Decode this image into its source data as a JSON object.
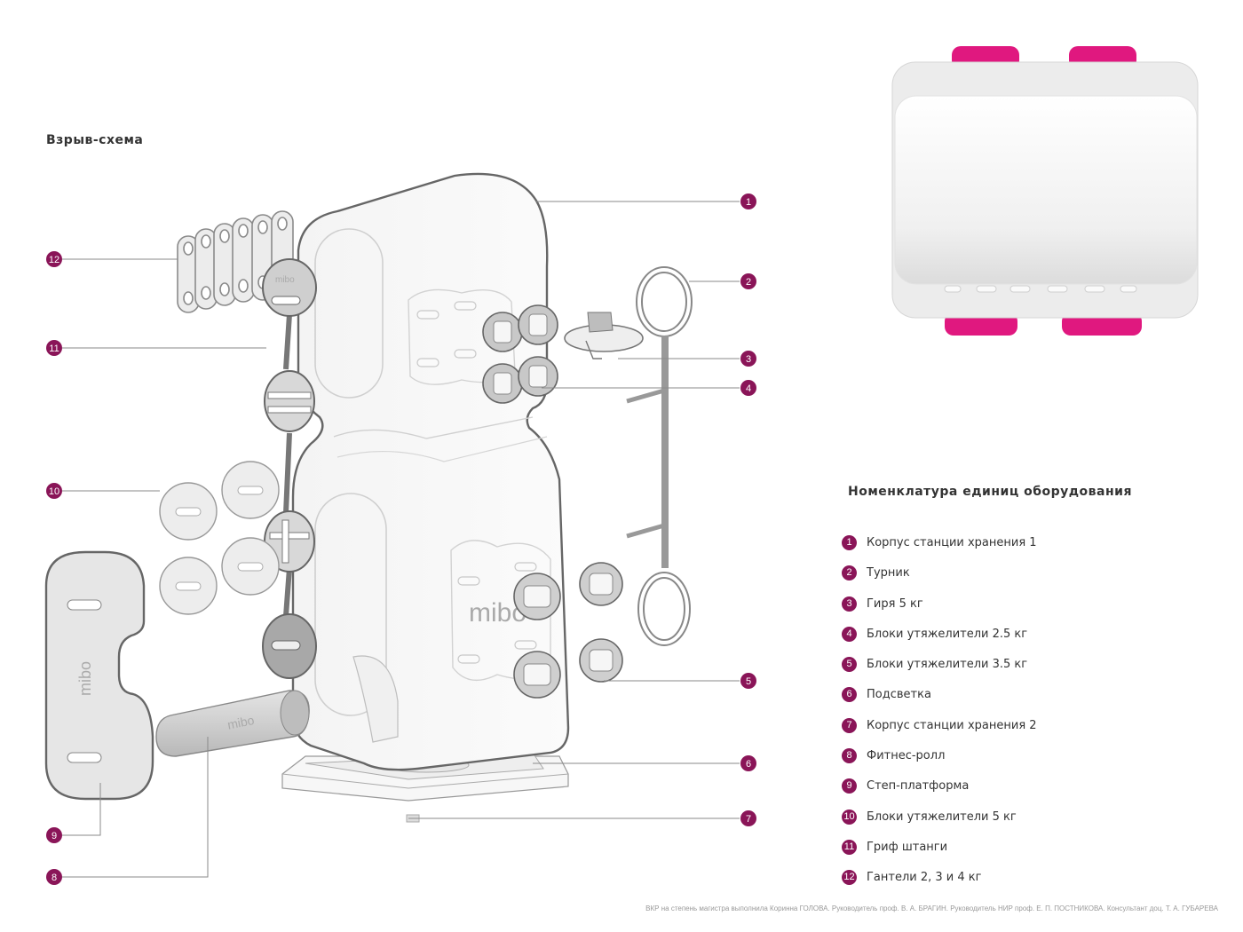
{
  "diagram_title": "Взрыв-схема",
  "legend_title": "Номенклатура единиц оборудования",
  "brand_mark": "mibo",
  "accent_color": "#8a1558",
  "product_accent_color": "#e0187f",
  "legend": [
    {
      "num": "1",
      "label": "Корпус станции хранения 1"
    },
    {
      "num": "2",
      "label": "Турник"
    },
    {
      "num": "3",
      "label": "Гиря 5 кг"
    },
    {
      "num": "4",
      "label": "Блоки утяжелители 2.5 кг"
    },
    {
      "num": "5",
      "label": "Блоки утяжелители 3.5 кг"
    },
    {
      "num": "6",
      "label": "Подсветка"
    },
    {
      "num": "7",
      "label": "Корпус станции хранения 2"
    },
    {
      "num": "8",
      "label": "Фитнес-ролл"
    },
    {
      "num": "9",
      "label": "Степ-платформа"
    },
    {
      "num": "10",
      "label": "Блоки утяжелители 5 кг"
    },
    {
      "num": "11",
      "label": "Гриф штанги"
    },
    {
      "num": "12",
      "label": "Гантели 2, 3 и 4 кг"
    }
  ],
  "footer": "ВКР на степень магистра выполнила Коринна ГОЛОВА. Руководитель проф. В. А. БРАГИН. Руководитель НИР проф. Е. П. ПОСТНИКОВА. Консультант доц. Т. А. ГУБАРЕВА"
}
